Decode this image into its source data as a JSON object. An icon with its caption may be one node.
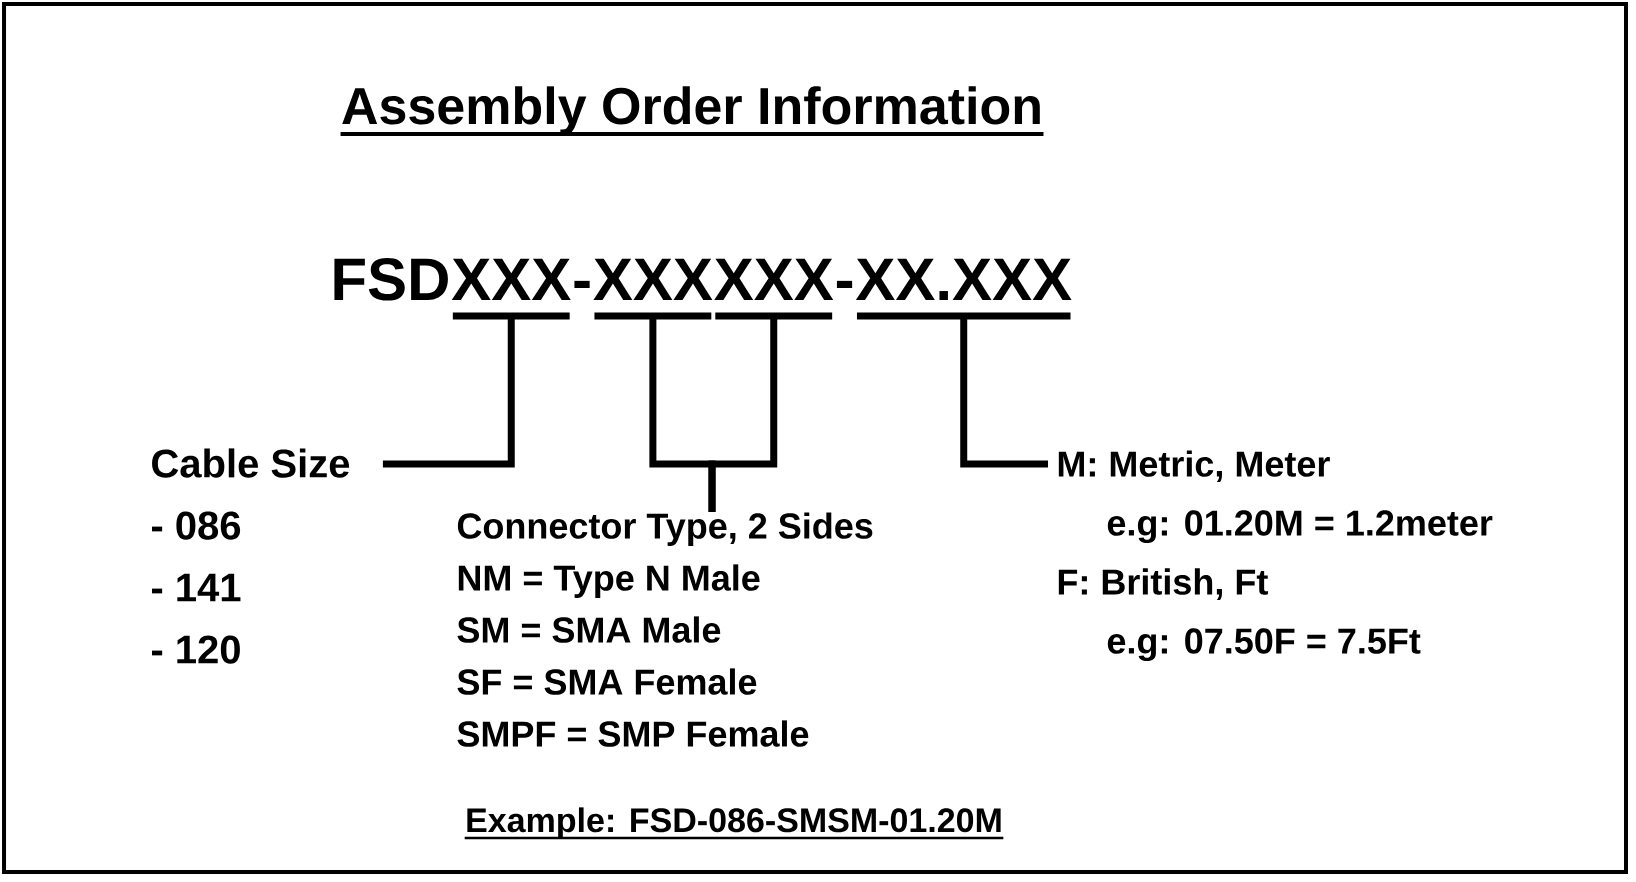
{
  "diagram": {
    "title": "Assembly Order Information",
    "nodes": [
      {
        "text": [
          "XXX"
        ]
      },
      {
        "text": [
          "XXX"
        ]
      },
      {
        "text": [
          "XXX"
        ]
      },
      {
        "text": [
          "XX.XXX"
        ]
      },
      {
        "text": [
          "Cable Size",
          "- 086",
          "- 141",
          "- 120"
        ]
      },
      {
        "text": [
          "Connector Type, 2 Sides",
          "NM = Type N Male",
          "SM = SMA Male",
          "SF = SMA Female",
          "SMPF = SMP Female"
        ]
      },
      {
        "text": [
          "M: Metric, Meter",
          "e.g: 01.20M = 1.2meter",
          "F: British, Ft",
          "e.g: 07.50F = 7.5Ft"
        ]
      }
    ],
    "edges": [
      {
        "from": 0,
        "to": 4,
        "arrow": "none"
      },
      {
        "from": 1,
        "to": 5,
        "arrow": "none"
      },
      {
        "from": 2,
        "to": 5,
        "arrow": "none"
      },
      {
        "from": 3,
        "to": 6,
        "arrow": "none"
      }
    ],
    "labels": [
      "FSD",
      "-",
      "-",
      "Example: FSD-086-SMSM-01.20M"
    ]
  }
}
